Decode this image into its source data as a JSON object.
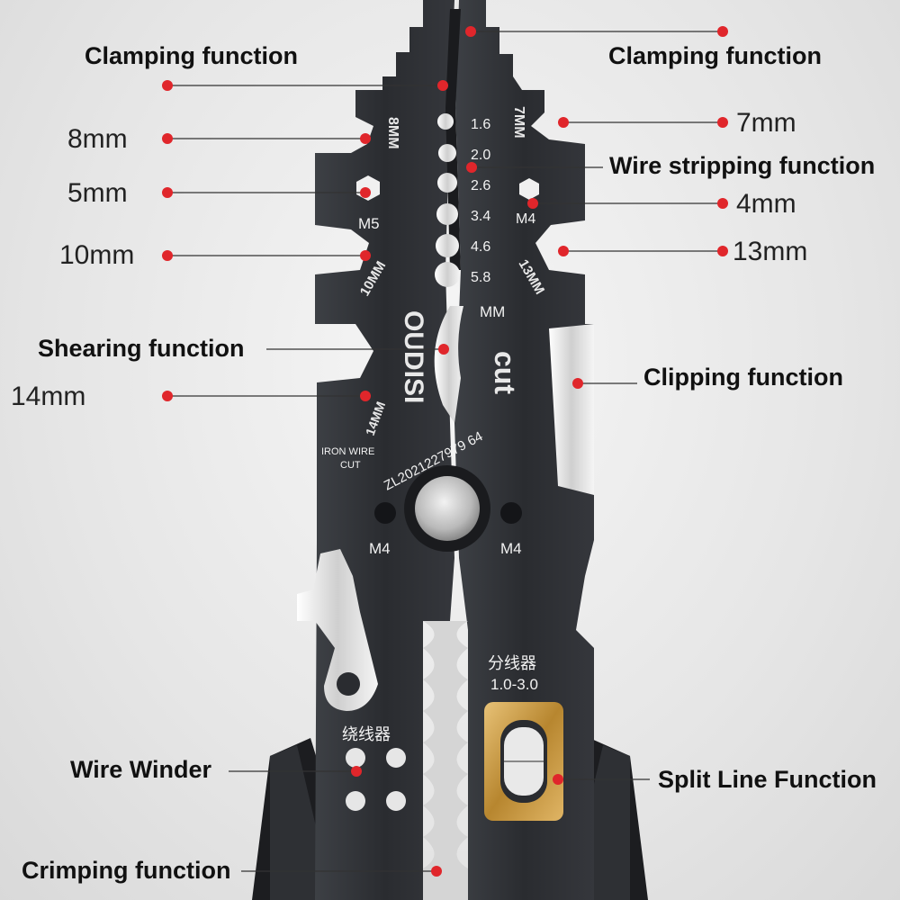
{
  "callouts": {
    "clamping_left": "Clamping function",
    "clamping_right": "Clamping function",
    "mm8": "8mm",
    "mm7": "7mm",
    "wire_stripping": "Wire stripping function",
    "mm5": "5mm",
    "mm4": "4mm",
    "mm10": "10mm",
    "mm13": "13mm",
    "shearing": "Shearing function",
    "clipping": "Clipping function",
    "mm14": "14mm",
    "wire_winder": "Wire Winder",
    "split_line": "Split Line Function",
    "crimping": "Crimping function"
  },
  "engraving": {
    "left_8mm": "8MM",
    "right_7mm": "7MM",
    "gauges": [
      "1.6",
      "2.0",
      "2.6",
      "3.4",
      "4.6",
      "5.8"
    ],
    "m5": "M5",
    "m4_top": "M4",
    "left_10mm": "10MM",
    "right_13mm": "13MM",
    "mm_unit": "MM",
    "brand": "OUDISI",
    "cut": "cut",
    "left_14mm": "14MM",
    "iron_wire_1": "IRON WIRE",
    "iron_wire_2": "CUT",
    "serial": "ZL2021227979 64",
    "m4_left": "M4",
    "m4_right": "M4",
    "splitter_cn": "分线器",
    "splitter_range": "1.0-3.0",
    "winder_cn": "绕线器"
  },
  "colors": {
    "dot": "#e0262b",
    "tool_dark": "#2b2d31",
    "tool_mid": "#3a3d42",
    "steel": "#d9d9d9",
    "gold": "#c99a3c"
  }
}
